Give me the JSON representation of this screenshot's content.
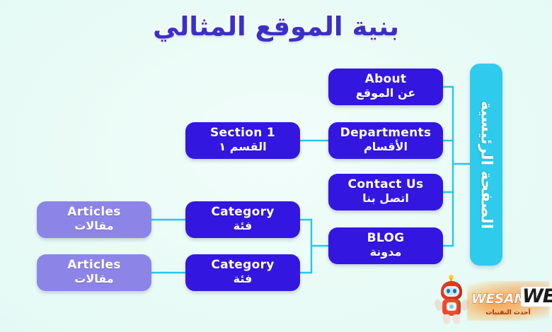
{
  "page": {
    "title_ar": "بنية الموقع المثالي",
    "background_color": "#eafbf7",
    "title_color": "#3b2fc9"
  },
  "colors": {
    "primary_node": "#3317e0",
    "light_node": "#8d84e8",
    "home_node": "#2ecbec",
    "connector": "#29c6e8"
  },
  "diagram": {
    "home": {
      "label_ar": "الصفحة الرئيسية",
      "color": "#2ecbec"
    },
    "level1": [
      {
        "en": "About",
        "ar": "عن الموقع",
        "style": "primary"
      },
      {
        "en": "Departments",
        "ar": "الأقسام",
        "style": "primary"
      },
      {
        "en": "Contact Us",
        "ar": "اتصل بنا",
        "style": "primary"
      },
      {
        "en": "BLOG",
        "ar": "مدونة",
        "style": "primary"
      }
    ],
    "level2": [
      {
        "en": "Section 1",
        "ar": "القسم ١",
        "style": "primary"
      },
      {
        "en": "Category",
        "ar": "فئة",
        "style": "primary"
      },
      {
        "en": "Category",
        "ar": "فئة",
        "style": "primary"
      }
    ],
    "level3": [
      {
        "en": "Articles",
        "ar": "مقالات",
        "style": "light"
      },
      {
        "en": "Articles",
        "ar": "مقالات",
        "style": "light"
      }
    ]
  },
  "logo": {
    "name_part1": "WESAM",
    "name_part2": "WEB",
    "tagline_ar": "أحدث التقنيات"
  }
}
